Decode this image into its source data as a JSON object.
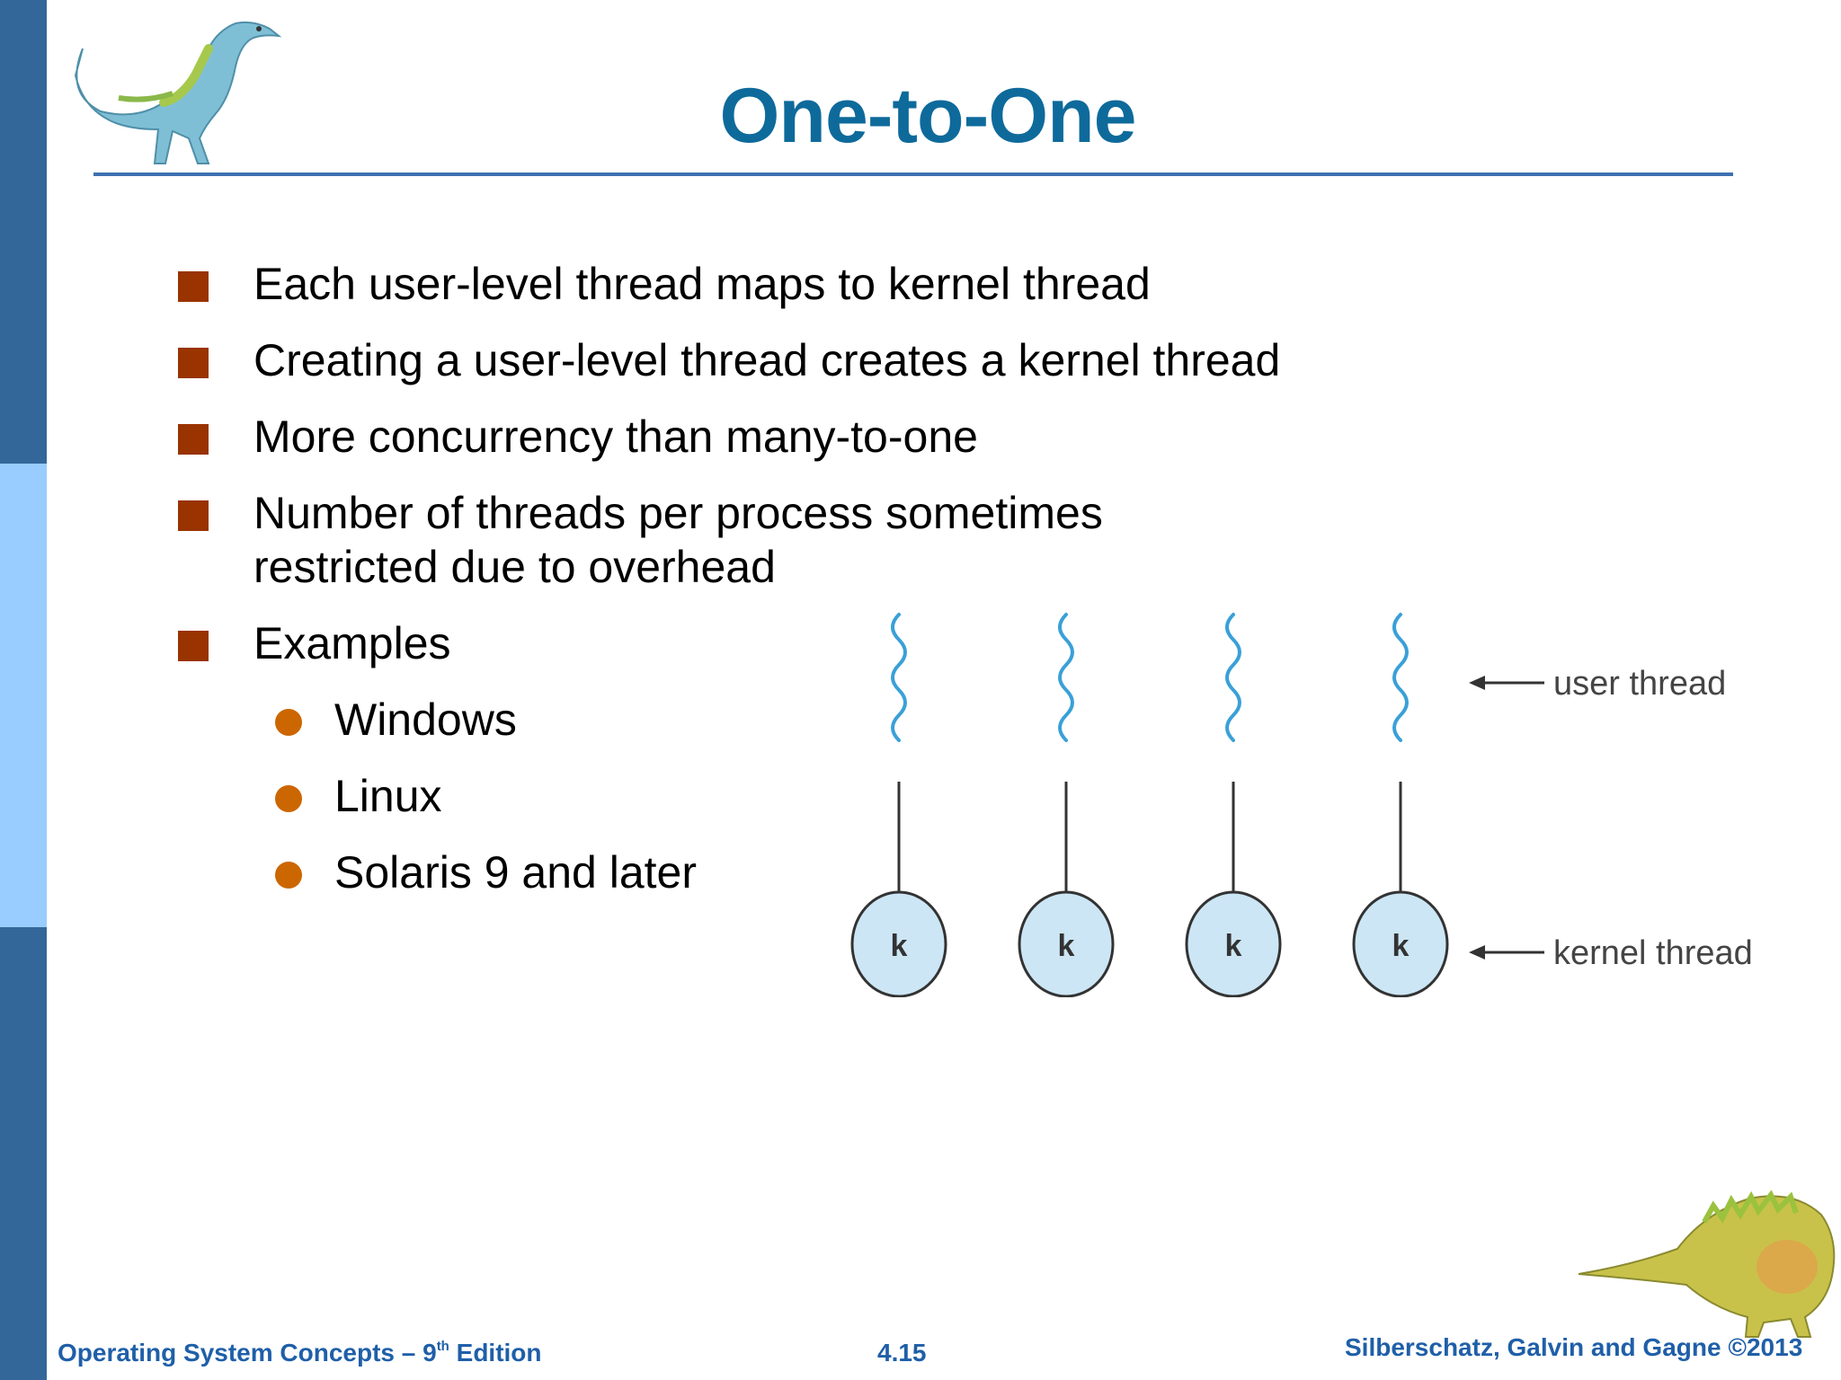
{
  "slide": {
    "title": "One-to-One",
    "bullets": [
      "Each user-level thread maps to kernel thread",
      "Creating a user-level thread creates a kernel thread",
      "More concurrency than many-to-one",
      "Number of threads per process sometimes restricted due to overhead",
      "Examples"
    ],
    "sub_bullets": [
      "Windows",
      "Linux",
      "Solaris 9 and later"
    ]
  },
  "diagram": {
    "user_thread_label": "user thread",
    "kernel_thread_label": "kernel thread",
    "kernel_threads": [
      "k",
      "k",
      "k",
      "k"
    ]
  },
  "footer": {
    "book": "Operating System Concepts – 9",
    "edition_suffix": "th",
    "edition_word": " Edition",
    "page": "4.15",
    "authors": "Silberschatz, Galvin and Gagne ©2013"
  },
  "colors": {
    "sidebar": "#336699",
    "sidebar_light": "#99ccff",
    "title": "#0e6a9b",
    "bullet_square": "#993300",
    "bullet_dot": "#cc6600",
    "kernel_circle": "#cce6f5",
    "footer": "#1f5fa8"
  }
}
